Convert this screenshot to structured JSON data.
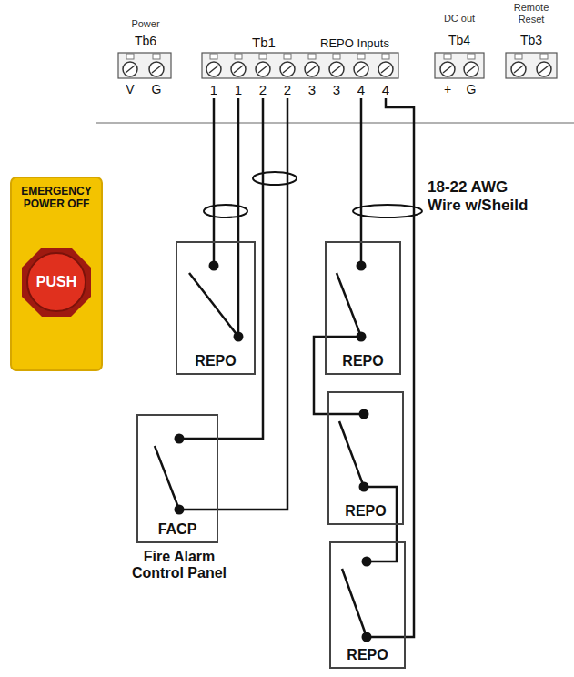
{
  "diagram": {
    "nodes": [
      {
        "text": [
          "Power",
          "Tb6",
          "V",
          "G"
        ]
      },
      {
        "text": [
          "Tb1",
          "REPO Inputs",
          "1",
          "1",
          "2",
          "2",
          "3",
          "3",
          "4",
          "4"
        ]
      },
      {
        "text": [
          "DC out",
          "Tb4",
          "+",
          "G"
        ]
      },
      {
        "text": [
          "Remote Reset",
          "Tb3"
        ]
      },
      {
        "text": [
          "EMERGENCY POWER OFF",
          "PUSH"
        ]
      },
      {
        "text": [
          "REPO"
        ]
      },
      {
        "text": [
          "FACP",
          "Fire Alarm Control Panel"
        ]
      },
      {
        "text": [
          "REPO"
        ]
      },
      {
        "text": [
          "REPO"
        ]
      },
      {
        "text": [
          "REPO"
        ]
      }
    ],
    "edges": [
      {
        "from": 1,
        "to": 5,
        "arrow": "none"
      },
      {
        "from": 1,
        "to": 6,
        "arrow": "none"
      },
      {
        "from": 1,
        "to": 7,
        "arrow": "none"
      },
      {
        "from": 7,
        "to": 8,
        "arrow": "none"
      },
      {
        "from": 8,
        "to": 9,
        "arrow": "none"
      },
      {
        "from": 9,
        "to": 1,
        "arrow": "none"
      }
    ],
    "labels": [
      "18-22 AWG Wire w/Sheild"
    ]
  }
}
